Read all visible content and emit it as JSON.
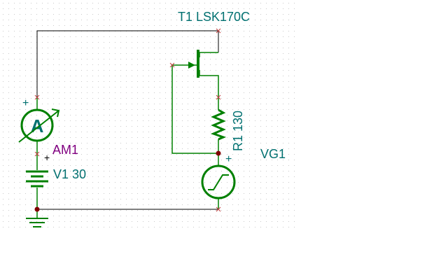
{
  "colors": {
    "wire": "#000000",
    "component": "#008000",
    "label": "#007070",
    "meter_label": "#800080",
    "node": "#800000",
    "pin": "#c04040",
    "grid": "#c8c8c8",
    "background": "#ffffff"
  },
  "components": {
    "transistor": {
      "ref": "T1",
      "value": "LSK170C",
      "label": "T1 LSK170C"
    },
    "ammeter": {
      "ref": "AM1",
      "symbol": "A",
      "plus": "+"
    },
    "battery": {
      "ref": "V1",
      "value": "30",
      "label": "V1 30"
    },
    "resistor": {
      "ref": "R1",
      "value": "130",
      "label": "R1 130",
      "plus": "+"
    },
    "generator": {
      "ref": "VG1",
      "label": "VG1",
      "plus": "+"
    }
  },
  "icons": {
    "transistor": "n-channel-jfet-icon",
    "ammeter": "ammeter-icon",
    "battery": "battery-icon",
    "resistor": "resistor-icon",
    "generator": "signal-generator-icon",
    "ground": "ground-icon"
  }
}
